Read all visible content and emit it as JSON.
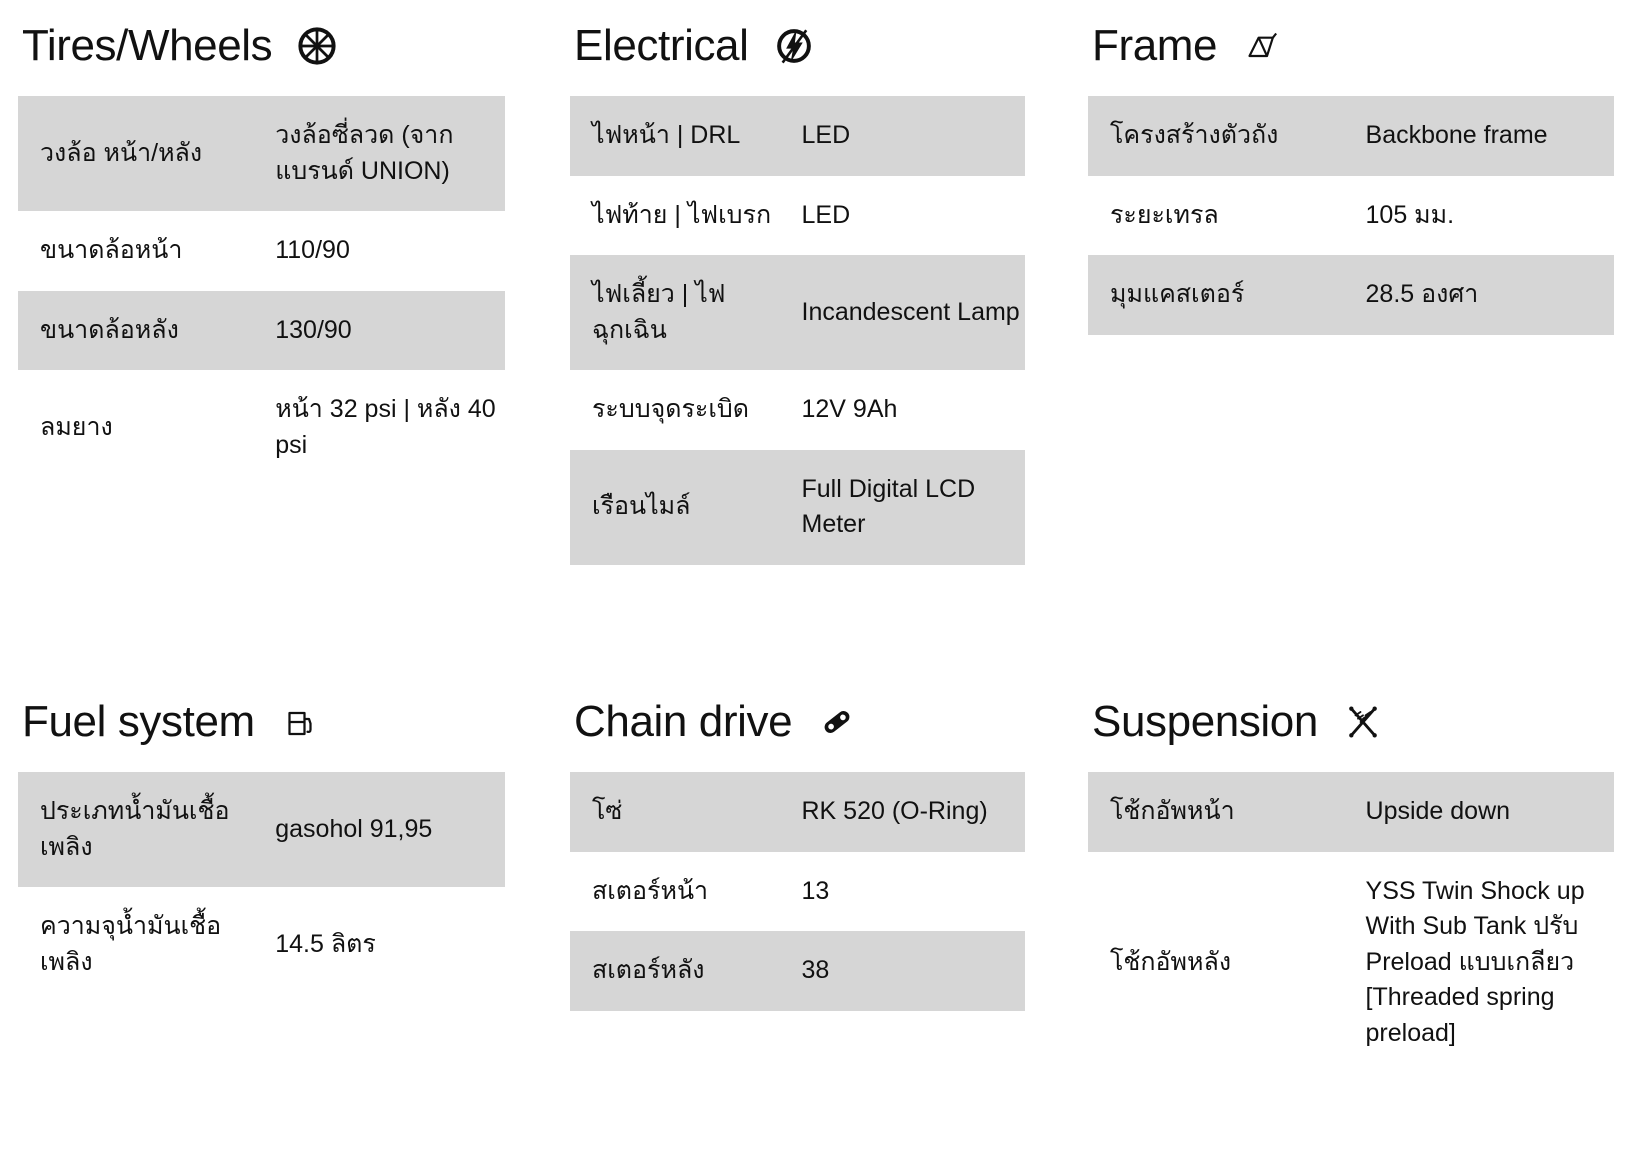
{
  "theme": {
    "background": "#ffffff",
    "text": "#111111",
    "row_alt_background": "#d6d6d6"
  },
  "sections": [
    {
      "id": "tires-wheels",
      "title": "Tires/Wheels",
      "icon": "wheel-icon",
      "rows": [
        {
          "label": "วงล้อ หน้า/หลัง",
          "value": "วงล้อซี่ลวด (จากแบรนด์ UNION)",
          "shaded": true
        },
        {
          "label": "ขนาดล้อหน้า",
          "value": "110/90",
          "shaded": false
        },
        {
          "label": "ขนาดล้อหลัง",
          "value": "130/90",
          "shaded": true
        },
        {
          "label": "ลมยาง",
          "value": "หน้า 32 psi | หลัง 40 psi",
          "shaded": false
        }
      ]
    },
    {
      "id": "electrical",
      "title": "Electrical",
      "icon": "lightning-bolt-circle-icon",
      "rows": [
        {
          "label": "ไฟหน้า | DRL",
          "value": "LED",
          "shaded": true
        },
        {
          "label": "ไฟท้าย | ไฟเบรก",
          "value": "LED",
          "shaded": false
        },
        {
          "label": "ไฟเลี้ยว | ไฟฉุกเฉิน",
          "value": "Incandescent Lamp",
          "shaded": true
        },
        {
          "label": "ระบบจุดระเบิด",
          "value": "12V 9Ah",
          "shaded": false
        },
        {
          "label": "เรือนไมล์",
          "value": "Full Digital LCD Meter",
          "shaded": true
        }
      ]
    },
    {
      "id": "frame",
      "title": "Frame",
      "icon": "bike-frame-icon",
      "rows": [
        {
          "label": "โครงสร้างตัวถัง",
          "value": "Backbone frame",
          "shaded": true
        },
        {
          "label": "ระยะเทรล",
          "value": "105 มม.",
          "shaded": false
        },
        {
          "label": "มุมแคสเตอร์",
          "value": "28.5 องศา",
          "shaded": true
        }
      ]
    },
    {
      "id": "fuel-system",
      "title": "Fuel system",
      "icon": "fuel-pump-icon",
      "rows": [
        {
          "label": "ประเภทน้ำมันเชื้อเพลิง",
          "value": "gasohol 91,95",
          "shaded": true
        },
        {
          "label": "ความจุน้ำมันเชื้อเพลิง",
          "value": "14.5 ลิตร",
          "shaded": false
        }
      ]
    },
    {
      "id": "chain-drive",
      "title": "Chain drive",
      "icon": "chain-link-icon",
      "rows": [
        {
          "label": "โซ่",
          "value": "RK 520 (O-Ring)",
          "shaded": true
        },
        {
          "label": "สเตอร์หน้า",
          "value": "13",
          "shaded": false
        },
        {
          "label": "สเตอร์หลัง",
          "value": "38",
          "shaded": true
        }
      ]
    },
    {
      "id": "suspension",
      "title": "Suspension",
      "icon": "crossed-shock-absorbers-icon",
      "rows": [
        {
          "label": "โช้กอัพหน้า",
          "value": "Upside down",
          "shaded": true
        },
        {
          "label": "โช้กอัพหลัง",
          "value": "YSS Twin Shock up With Sub Tank ปรับ Preload แบบเกลียว [Threaded spring preload]",
          "shaded": false
        }
      ]
    }
  ]
}
